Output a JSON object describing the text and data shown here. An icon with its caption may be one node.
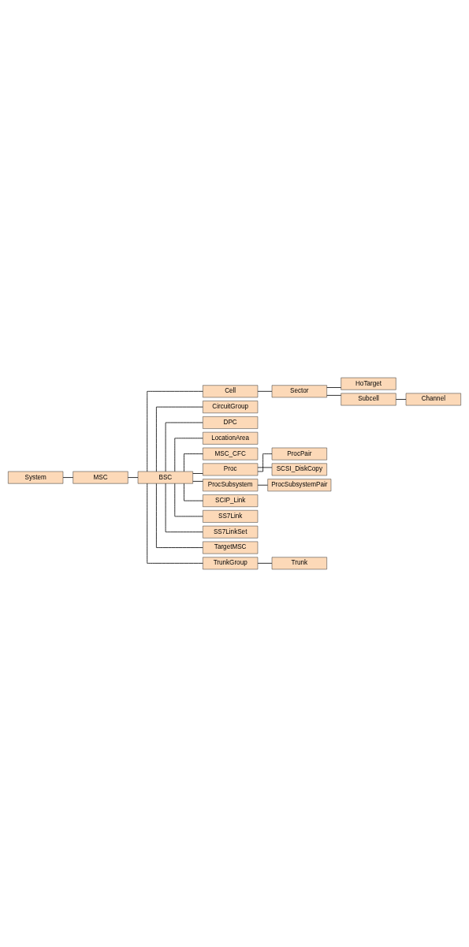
{
  "diagram": {
    "nodes": [
      {
        "text": [
          "System"
        ]
      },
      {
        "text": [
          "MSC"
        ]
      },
      {
        "text": [
          "BSC"
        ]
      },
      {
        "text": [
          "Cell"
        ]
      },
      {
        "text": [
          "Sector"
        ]
      },
      {
        "text": [
          "HoTarget"
        ]
      },
      {
        "text": [
          "Subcell"
        ]
      },
      {
        "text": [
          "Channel"
        ]
      },
      {
        "text": [
          "CircuitGroup"
        ]
      },
      {
        "text": [
          "DPC"
        ]
      },
      {
        "text": [
          "LocationArea"
        ]
      },
      {
        "text": [
          "MSC_CFC"
        ]
      },
      {
        "text": [
          "Proc"
        ]
      },
      {
        "text": [
          "ProcPair"
        ]
      },
      {
        "text": [
          "SCSI_DiskCopy"
        ]
      },
      {
        "text": [
          "ProcSubsystem"
        ]
      },
      {
        "text": [
          "ProcSubsystemPair"
        ]
      },
      {
        "text": [
          "SCIP_Link"
        ]
      },
      {
        "text": [
          "SS7Link"
        ]
      },
      {
        "text": [
          "SS7LinkSet"
        ]
      },
      {
        "text": [
          "TargetMSC"
        ]
      },
      {
        "text": [
          "TrunkGroup"
        ]
      },
      {
        "text": [
          "Trunk"
        ]
      }
    ],
    "edges": [
      {
        "from": 0,
        "to": 1,
        "arrow": "none"
      },
      {
        "from": 1,
        "to": 2,
        "arrow": "none"
      },
      {
        "from": 2,
        "to": 3,
        "arrow": "none"
      },
      {
        "from": 3,
        "to": 4,
        "arrow": "none"
      },
      {
        "from": 4,
        "to": 5,
        "arrow": "none"
      },
      {
        "from": 4,
        "to": 6,
        "arrow": "none"
      },
      {
        "from": 6,
        "to": 7,
        "arrow": "none"
      },
      {
        "from": 2,
        "to": 8,
        "arrow": "none"
      },
      {
        "from": 2,
        "to": 9,
        "arrow": "none"
      },
      {
        "from": 2,
        "to": 10,
        "arrow": "none"
      },
      {
        "from": 2,
        "to": 11,
        "arrow": "none"
      },
      {
        "from": 2,
        "to": 12,
        "arrow": "none"
      },
      {
        "from": 12,
        "to": 13,
        "arrow": "none"
      },
      {
        "from": 12,
        "to": 14,
        "arrow": "none"
      },
      {
        "from": 2,
        "to": 15,
        "arrow": "none"
      },
      {
        "from": 15,
        "to": 16,
        "arrow": "none"
      },
      {
        "from": 2,
        "to": 17,
        "arrow": "none"
      },
      {
        "from": 2,
        "to": 18,
        "arrow": "none"
      },
      {
        "from": 2,
        "to": 19,
        "arrow": "none"
      },
      {
        "from": 2,
        "to": 20,
        "arrow": "none"
      },
      {
        "from": 2,
        "to": 21,
        "arrow": "none"
      },
      {
        "from": 21,
        "to": 22,
        "arrow": "none"
      }
    ]
  }
}
